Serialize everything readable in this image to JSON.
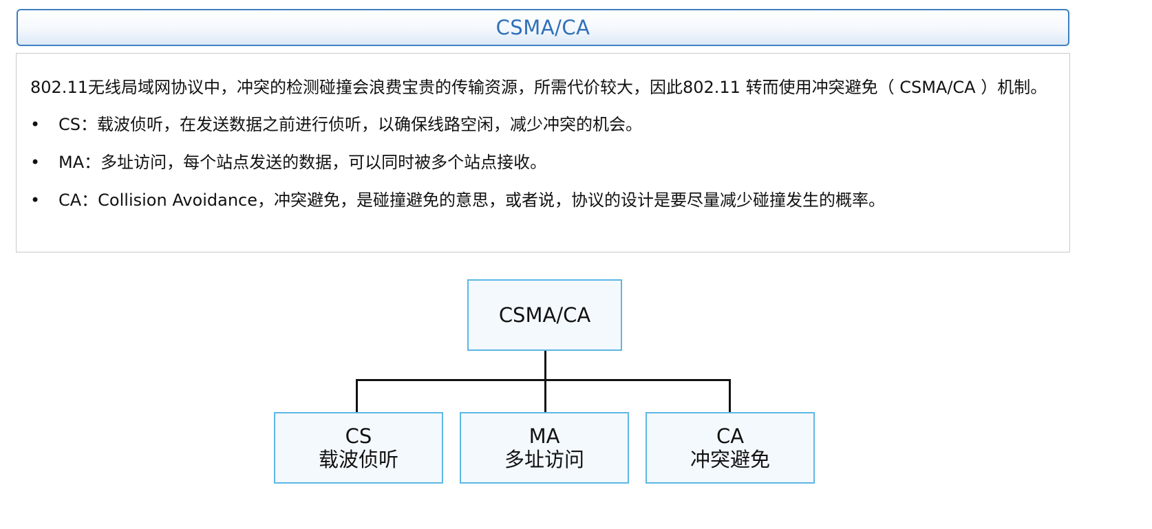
{
  "header": {
    "title": "CSMA/CA"
  },
  "content": {
    "intro": "802.11无线局域网协议中，冲突的检测碰撞会浪费宝贵的传输资源，所需代价较大，因此802.11 转而使用冲突避免（ CSMA/CA ）机制。",
    "bullets": [
      {
        "marker": "•",
        "text": "CS：载波侦听，在发送数据之前进行侦听，以确保线路空闲，减少冲突的机会。"
      },
      {
        "marker": "•",
        "text": "MA：多址访问，每个站点发送的数据，可以同时被多个站点接收。"
      },
      {
        "marker": "•",
        "text": "CA：Collision Avoidance，冲突避免，是碰撞避免的意思，或者说，协议的设计是要尽量减少碰撞发生的概率。"
      }
    ]
  },
  "diagram": {
    "root": {
      "label": "CSMA/CA"
    },
    "children": [
      {
        "abbr": "CS",
        "label": "载波侦听"
      },
      {
        "abbr": "MA",
        "label": "多址访问"
      },
      {
        "abbr": "CA",
        "label": "冲突避免"
      }
    ]
  },
  "colors": {
    "title_text": "#2f6fb8",
    "title_border": "#3d7fc1",
    "node_border": "#5bb7e5",
    "node_fill": "#f4f9fd",
    "connector": "#111111"
  }
}
